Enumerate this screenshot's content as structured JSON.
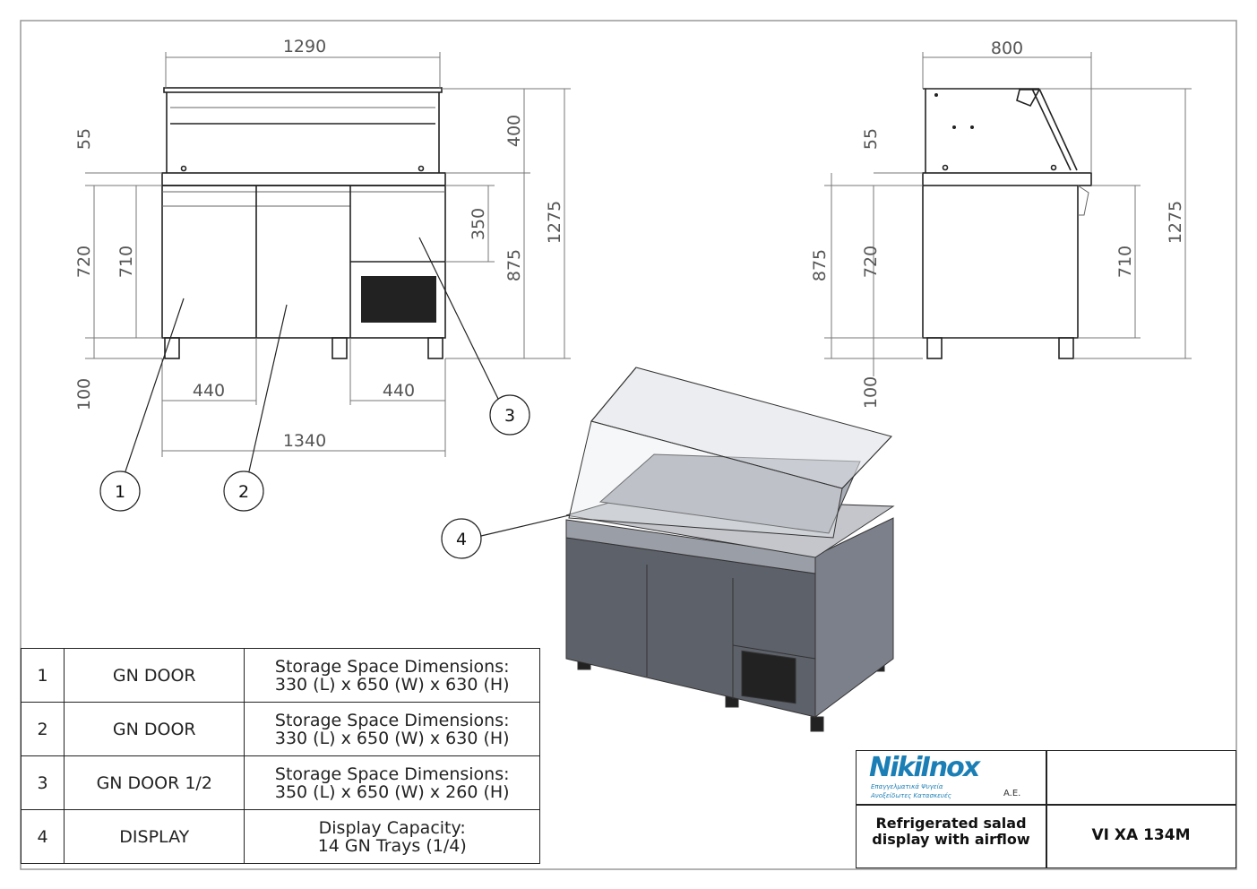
{
  "front_view": {
    "dims": {
      "width_top": "1290",
      "width_total": "1340",
      "door_left": "440",
      "door_right": "440",
      "h55": "55",
      "h720": "720",
      "h710": "710",
      "h100": "100",
      "h350": "350",
      "h400": "400",
      "h875": "875",
      "h1275": "1275"
    }
  },
  "side_view": {
    "dims": {
      "depth": "800",
      "h55": "55",
      "h720": "720",
      "h875": "875",
      "h100": "100",
      "h710": "710",
      "h1275": "1275"
    }
  },
  "balloons": [
    "1",
    "2",
    "3",
    "4"
  ],
  "legend": [
    {
      "num": "1",
      "name": "GN DOOR",
      "desc1": "Storage Space Dimensions:",
      "desc2": "330 (L) x 650 (W) x 630 (H)"
    },
    {
      "num": "2",
      "name": "GN DOOR",
      "desc1": "Storage Space Dimensions:",
      "desc2": "330 (L) x 650 (W) x 630 (H)"
    },
    {
      "num": "3",
      "name": "GN DOOR 1/2",
      "desc1": "Storage Space Dimensions:",
      "desc2": "350 (L) x 650 (W) x 260 (H)"
    },
    {
      "num": "4",
      "name": "DISPLAY",
      "desc1": "Display Capacity:",
      "desc2": "14 GN Trays (1/4)"
    }
  ],
  "title_block": {
    "logo_text": "NikiInox",
    "logo_sub1": "Επαγγελματικά Ψυγεία",
    "logo_sub2": "Ανοξείδωτες Κατασκευές",
    "logo_suffix": "A.E.",
    "description_line1": "Refrigerated salad",
    "description_line2": "display with airflow",
    "model": "VI XA 134M"
  },
  "colors": {
    "brand": "#1b7fb5",
    "cabinet": "#6b6f78"
  }
}
